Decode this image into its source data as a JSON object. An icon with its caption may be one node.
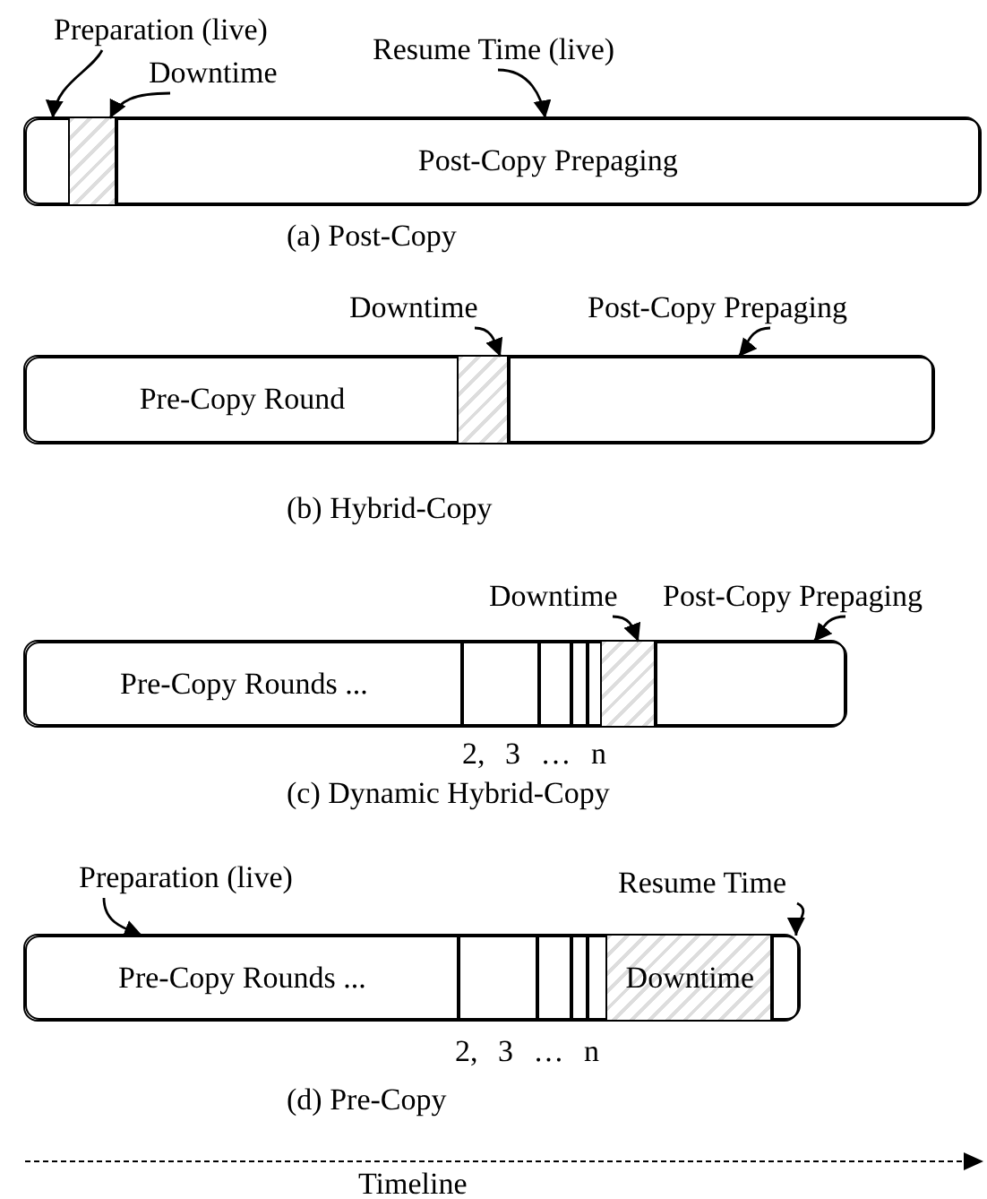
{
  "diagram": {
    "nodes": [
      {
        "text": [
          "Preparation (live)"
        ]
      },
      {
        "text": [
          "Resume Time (live)"
        ]
      },
      {
        "text": [
          "Downtime"
        ]
      },
      {
        "text": [],
        "shape": "box"
      },
      {
        "text": [],
        "shape": "box",
        "in": 3
      },
      {
        "text": [],
        "shape": "box",
        "in": 3
      },
      {
        "text": [
          "Post-Copy Prepaging"
        ],
        "in": 3
      },
      {
        "text": [
          "Downtime"
        ]
      },
      {
        "text": [
          "Post-Copy Prepaging"
        ]
      },
      {
        "text": [],
        "shape": "box"
      },
      {
        "text": [
          "Pre-Copy Round"
        ],
        "in": 9
      },
      {
        "text": [],
        "shape": "box",
        "in": 9
      },
      {
        "text": [],
        "shape": "box",
        "in": 9
      },
      {
        "text": [
          "Downtime"
        ]
      },
      {
        "text": [
          "Post-Copy Prepaging"
        ]
      },
      {
        "text": [],
        "shape": "box"
      },
      {
        "text": [
          "Pre-Copy Rounds ..."
        ],
        "in": 15
      },
      {
        "text": [],
        "shape": "box",
        "in": 15
      },
      {
        "text": [],
        "shape": "box",
        "in": 15
      },
      {
        "text": [],
        "shape": "box",
        "in": 15
      },
      {
        "text": [],
        "shape": "box",
        "in": 15
      },
      {
        "text": [],
        "shape": "box",
        "in": 15
      },
      {
        "text": [],
        "shape": "box",
        "in": 15
      },
      {
        "text": [
          "Preparation (live)"
        ]
      },
      {
        "text": [
          "Resume Time"
        ]
      },
      {
        "text": [],
        "shape": "box"
      },
      {
        "text": [
          "Pre-Copy Rounds ..."
        ],
        "in": 25
      },
      {
        "text": [],
        "shape": "box",
        "in": 25
      },
      {
        "text": [],
        "shape": "box",
        "in": 25
      },
      {
        "text": [],
        "shape": "box",
        "in": 25
      },
      {
        "text": [],
        "shape": "box",
        "in": 25
      },
      {
        "text": [
          "Downtime"
        ],
        "in": 25
      },
      {
        "text": [],
        "shape": "box",
        "in": 25
      }
    ],
    "edges": [
      {
        "from": 0,
        "to": 4,
        "arrow": "to"
      },
      {
        "from": 2,
        "to": 5,
        "arrow": "to"
      },
      {
        "from": 1,
        "to": 6,
        "arrow": "to"
      },
      {
        "from": 7,
        "to": 11,
        "arrow": "to"
      },
      {
        "from": 8,
        "to": 12,
        "arrow": "to"
      },
      {
        "from": 13,
        "to": 21,
        "arrow": "to"
      },
      {
        "from": 14,
        "to": 22,
        "arrow": "to"
      },
      {
        "from": 23,
        "to": 26,
        "arrow": "to"
      },
      {
        "from": 24,
        "to": 32,
        "arrow": "to"
      }
    ],
    "labels": [
      "(a) Post-Copy",
      "(b) Hybrid-Copy",
      "2, 3 … n",
      "(c) Dynamic Hybrid-Copy",
      "2, 3 … n",
      "(d) Pre-Copy",
      "Timeline"
    ]
  }
}
